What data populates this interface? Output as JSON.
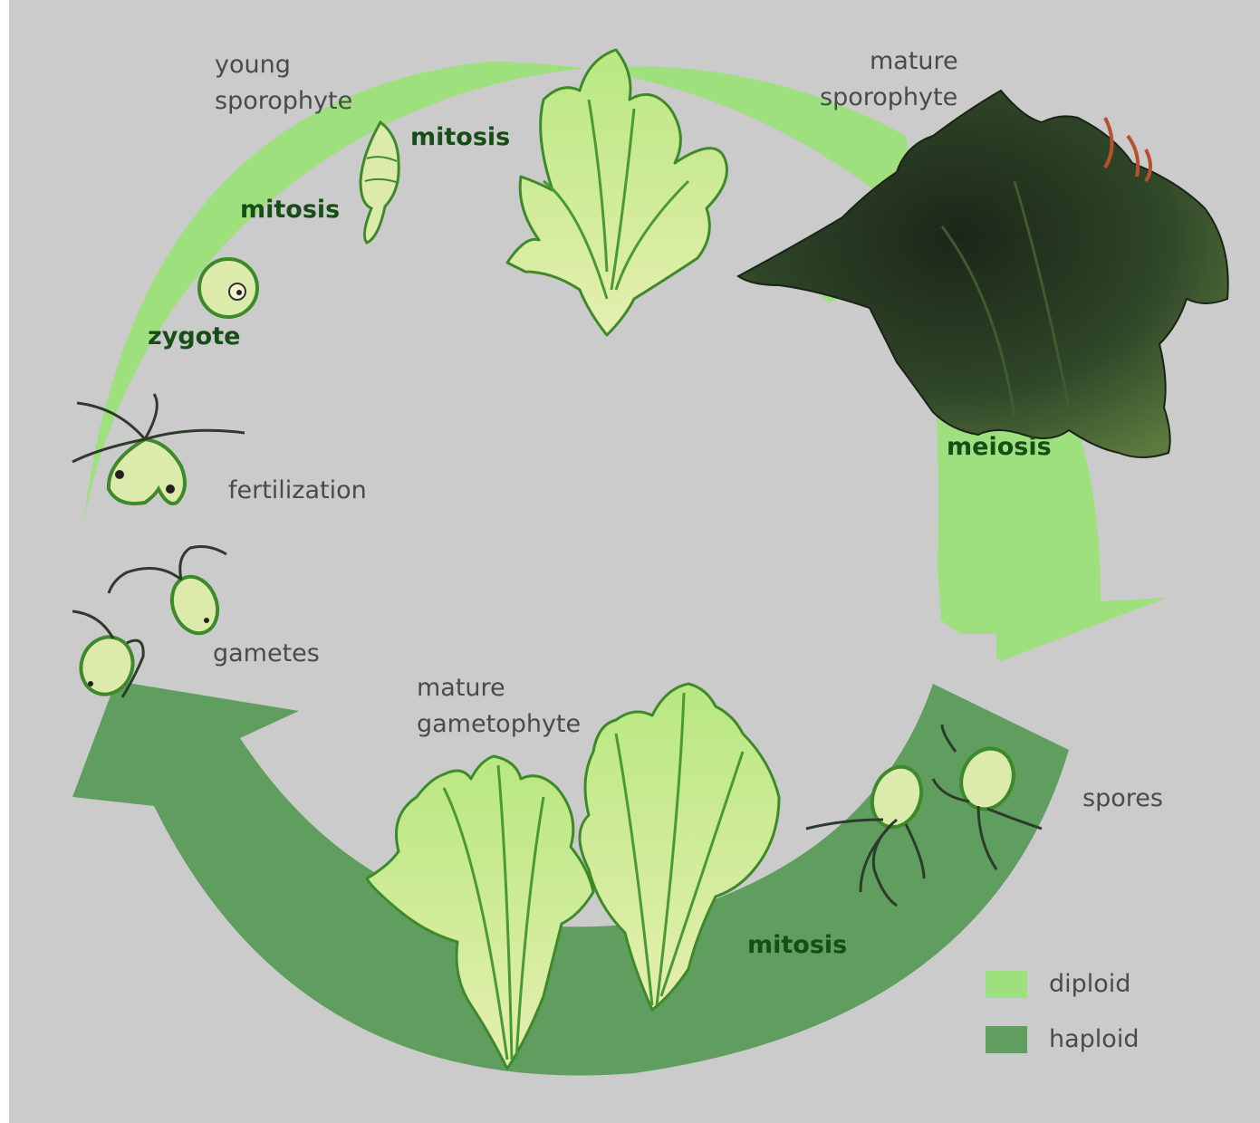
{
  "labels": {
    "young_sporophyte": [
      "young",
      "sporophyte"
    ],
    "mature_sporophyte": [
      "mature",
      "sporophyte"
    ],
    "mitosis_top": "mitosis",
    "mitosis_left": "mitosis",
    "zygote": "zygote",
    "fertilization": "fertilization",
    "gametes": "gametes",
    "meiosis": "meiosis",
    "mature_gametophyte": [
      "mature",
      "gametophyte"
    ],
    "spores": "spores",
    "mitosis_bottom": "mitosis"
  },
  "legend": [
    {
      "label": "diploid",
      "color": "#9ee07e"
    },
    {
      "label": "haploid",
      "color": "#5f9e5e"
    }
  ],
  "colors": {
    "background": "#cbcbcb",
    "diploid_arrow": "#9ee07e",
    "haploid_arrow": "#5f9e5e",
    "mature_sporophyte": "#2b3a26"
  }
}
